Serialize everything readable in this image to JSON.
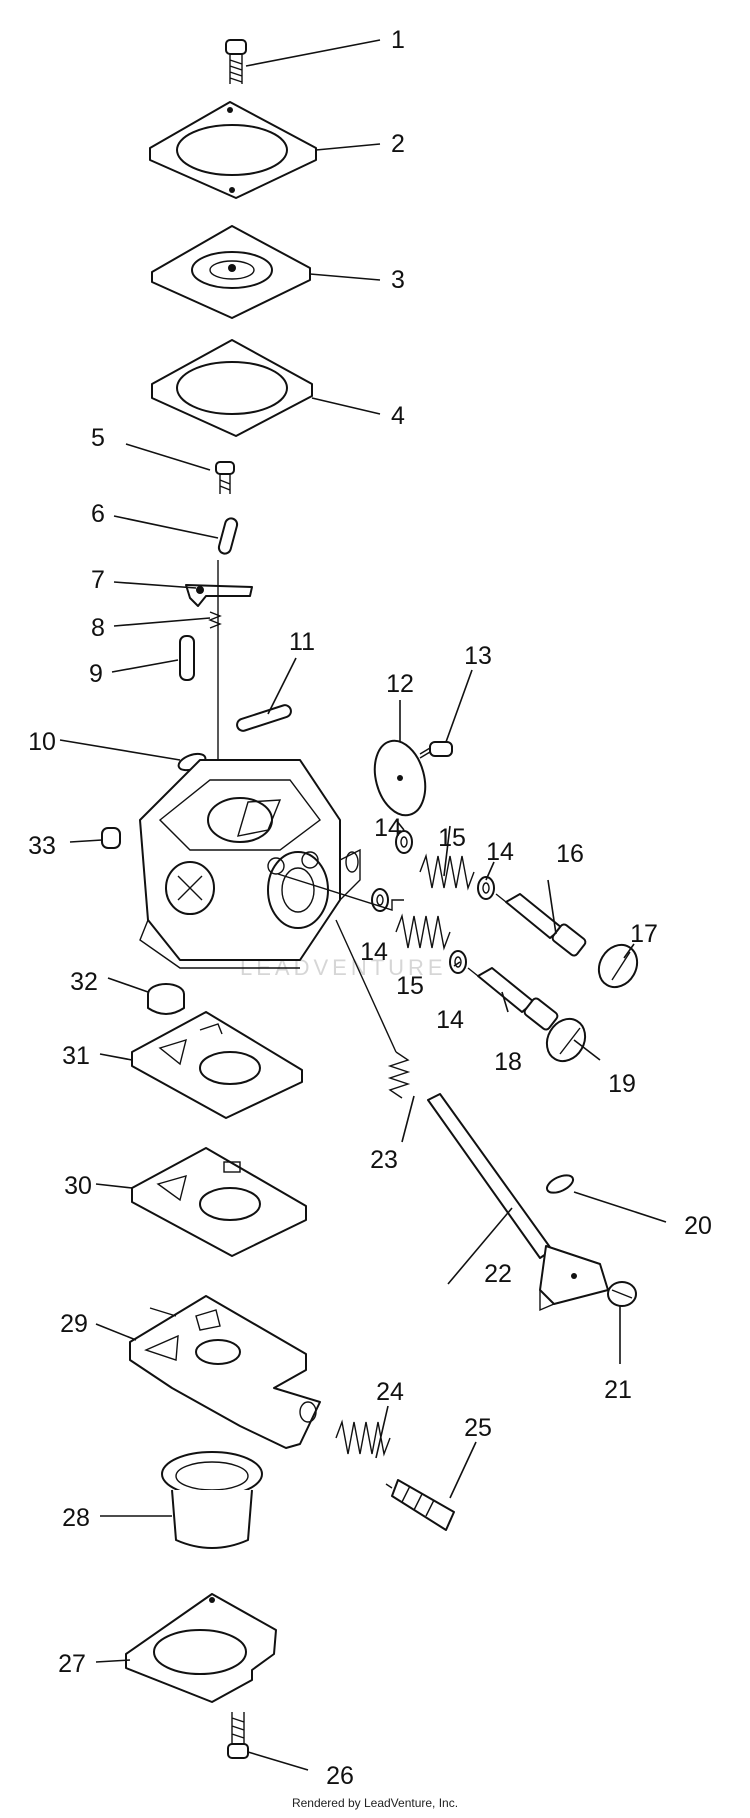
{
  "callouts": [
    "1",
    "2",
    "3",
    "4",
    "5",
    "6",
    "7",
    "8",
    "9",
    "10",
    "11",
    "12",
    "13",
    "14",
    "14",
    "14",
    "14",
    "15",
    "15",
    "16",
    "17",
    "18",
    "19",
    "20",
    "21",
    "22",
    "23",
    "24",
    "25",
    "26",
    "27",
    "28",
    "29",
    "30",
    "31",
    "32",
    "33"
  ],
  "watermark": "LEADVENTURE",
  "footer": "Rendered by LeadVenture, Inc."
}
